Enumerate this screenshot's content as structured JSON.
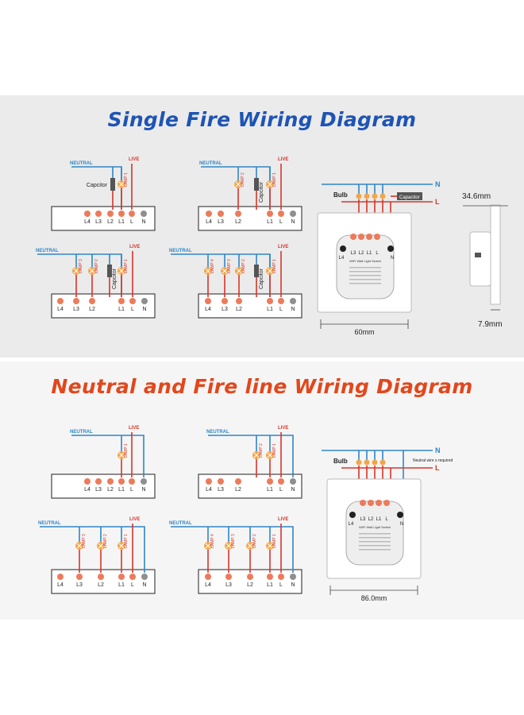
{
  "titles": {
    "single_fire": "Single Fire Wiring Diagram",
    "neutral_fire": "Neutral and Fire line Wiring Diagram"
  },
  "colors": {
    "title_single": "#1e54b4",
    "title_neutral": "#e2471c",
    "neutral_wire": "#2f86c6",
    "live_wire": "#d9342a",
    "lamp": "#f2a64a",
    "terminal": "#ec7b5c",
    "terminal_n": "#8f8f8f",
    "capacitor": "#555555"
  },
  "labels": {
    "neutral": "NEUTRAL",
    "live": "LIVE",
    "capacitor": "Capcitor",
    "capacitor_box": "Capacitor",
    "bulb": "Bulb",
    "n": "N",
    "l": "L",
    "neutral_required": "Neutral wire s required",
    "switch_model": "WIFI Wall Light Switch"
  },
  "lamps": [
    "LAMP 1",
    "LAMP 2",
    "LAMP 3",
    "LAMP 4"
  ],
  "terminal_sets": {
    "gang4": [
      "L4",
      "L3",
      "L2",
      "L1",
      "L",
      "N"
    ],
    "gang2": [
      "L2",
      "L1",
      "L",
      "N"
    ],
    "gang3": [
      "L4",
      "L3",
      "L2",
      "L1",
      "L",
      "N"
    ],
    "gang4b": [
      "L4",
      "L3",
      "L2",
      "L1",
      "L",
      "N"
    ],
    "switch_back": [
      "L3",
      "L2",
      "L1",
      "L"
    ],
    "switch_left": "L4",
    "switch_right": "N"
  },
  "dimensions": {
    "depth": "34.6mm",
    "width_single": "60mm",
    "thickness": "7.9mm",
    "width_neutral": "86.0mm"
  }
}
